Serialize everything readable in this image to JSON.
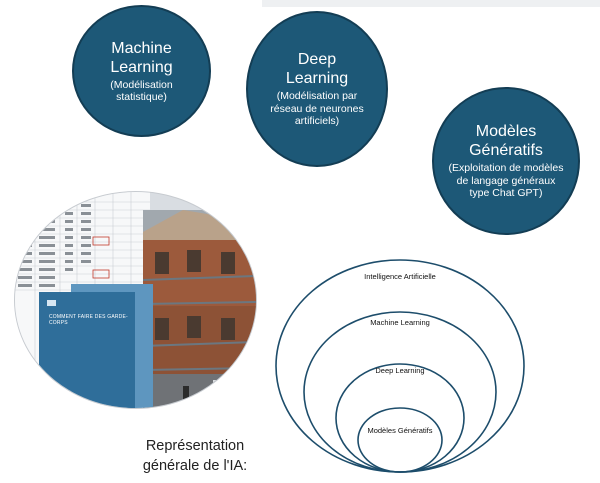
{
  "bubbles": {
    "machine_learning": {
      "title": "Machine Learning",
      "subtitle": "(Modélisation statistique)"
    },
    "deep_learning": {
      "title": "Deep Learning",
      "subtitle": "(Modélisation par réseau de neurones artificiels)"
    },
    "generative": {
      "title": "Modèles Génératifs",
      "subtitle": "(Exploitation de modèles de langage généraux type Chat GPT)"
    }
  },
  "photo": {
    "booklet_text": "COMMENT FAIRE DES GARDE-CORPS"
  },
  "concentric": {
    "levels": [
      "Intelligence Artificielle",
      "Machine Learning",
      "Deep Learning",
      "Modèles Génératifs"
    ]
  },
  "caption": "Représentation générale de l'IA:",
  "colors": {
    "bubble_fill": "#1d5877",
    "bubble_border": "#133d54",
    "ring_stroke": "#1d4d6b"
  }
}
